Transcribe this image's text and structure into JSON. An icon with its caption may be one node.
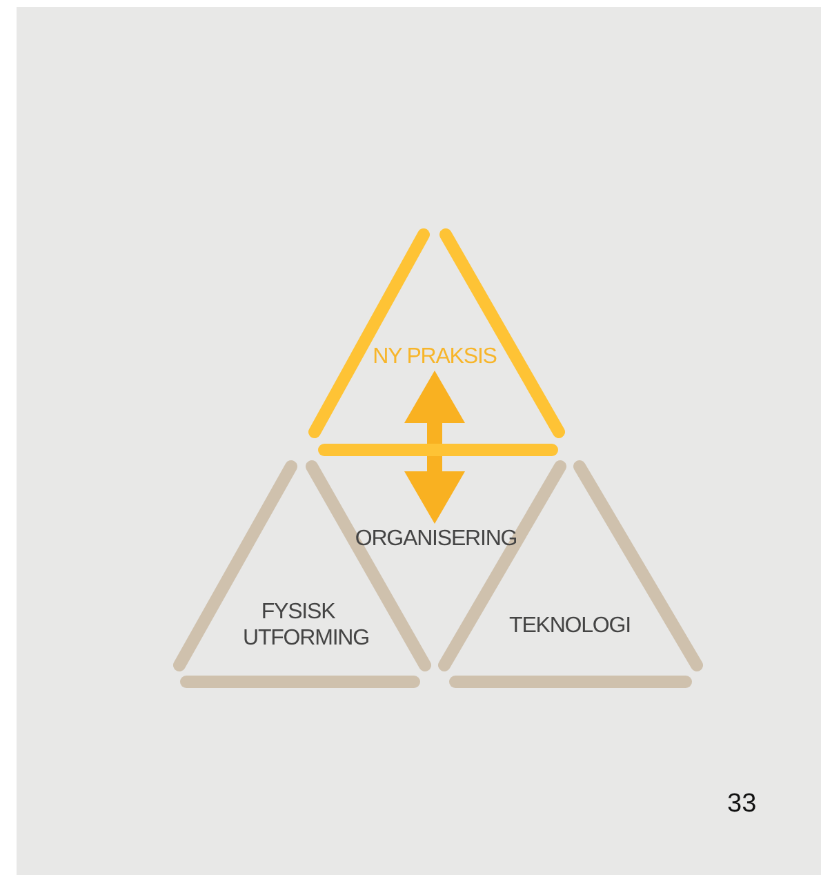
{
  "diagram": {
    "nodes": [
      {
        "text": [
          "NY PRAKSIS"
        ]
      },
      {
        "text": [
          "FYSISK UTFORMING"
        ]
      },
      {
        "text": [
          "TEKNOLOGI"
        ]
      },
      {
        "text": [
          "ORGANISERING"
        ]
      }
    ],
    "edges": [
      {
        "from": 0,
        "to": 3,
        "arrow": "both",
        "style": "thick",
        "color": "#f9b121"
      }
    ],
    "labels": [
      "33"
    ]
  }
}
